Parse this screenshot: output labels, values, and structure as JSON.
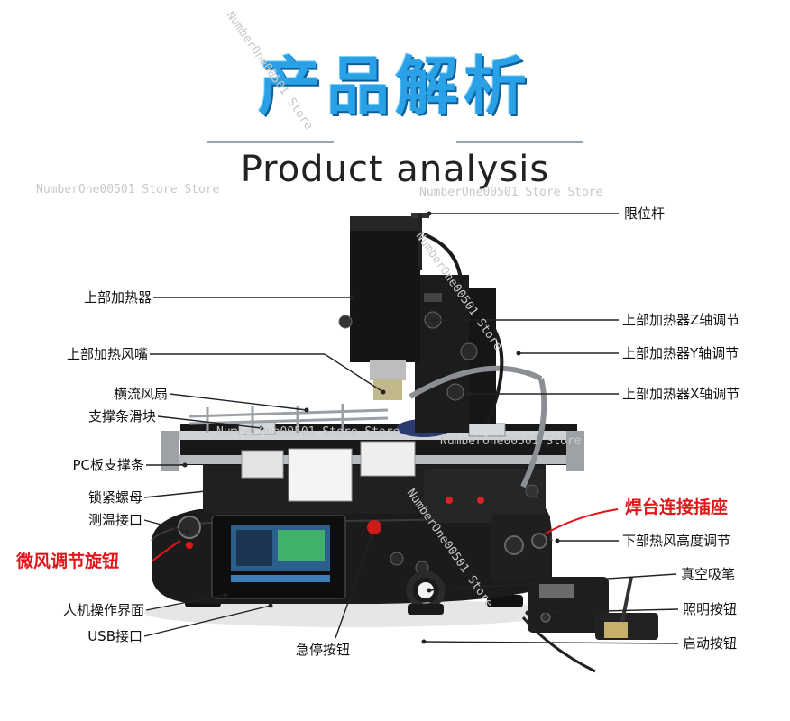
{
  "title_cn": "产品解析",
  "title_en": "Product analysis",
  "labels_left": [
    {
      "id": "upper-heater",
      "text": "上部加热器"
    },
    {
      "id": "upper-heater-nozzle",
      "text": "上部加热风嘴"
    },
    {
      "id": "crossflow-fan",
      "text": "横流风扇"
    },
    {
      "id": "support-bar-slider",
      "text": "支撑条滑块"
    },
    {
      "id": "pcb-support-bar",
      "text": "PC板支撑条"
    },
    {
      "id": "lock-nut",
      "text": "锁紧螺母"
    },
    {
      "id": "temp-port",
      "text": "测温接口"
    },
    {
      "id": "micro-wind-knob",
      "text": "微风调节旋钮"
    },
    {
      "id": "hmi",
      "text": "人机操作界面"
    },
    {
      "id": "usb-port",
      "text": "USB接口"
    }
  ],
  "labels_right": [
    {
      "id": "limit-rod",
      "text": "限位杆"
    },
    {
      "id": "z-axis",
      "text": "上部加热器Z轴调节"
    },
    {
      "id": "y-axis",
      "text": "上部加热器Y轴调节"
    },
    {
      "id": "x-axis",
      "text": "上部加热器X轴调节"
    },
    {
      "id": "station-socket",
      "text": "焊台连接插座"
    },
    {
      "id": "lower-height",
      "text": "下部热风高度调节"
    },
    {
      "id": "vacuum-pen",
      "text": "真空吸笔"
    },
    {
      "id": "light-button",
      "text": "照明按钮"
    },
    {
      "id": "start-button",
      "text": "启动按钮"
    }
  ],
  "labels_bottom": [
    {
      "id": "estop",
      "text": "急停按钮"
    }
  ],
  "watermarks": [
    "NumberOne00501 Store",
    "NumberOne00501 Store Store",
    "NumberOne00501 Store Store",
    "NumberOne00501 Store",
    "NumberOne00501 Store Store",
    "NumberOne00501 Store",
    "NumberOne00501 Store"
  ],
  "colors": {
    "title_blue": "#2aa0e6",
    "highlight_red": "#e0161b",
    "machine_black": "#1b1b1b",
    "metal": "#c9ccd0"
  }
}
